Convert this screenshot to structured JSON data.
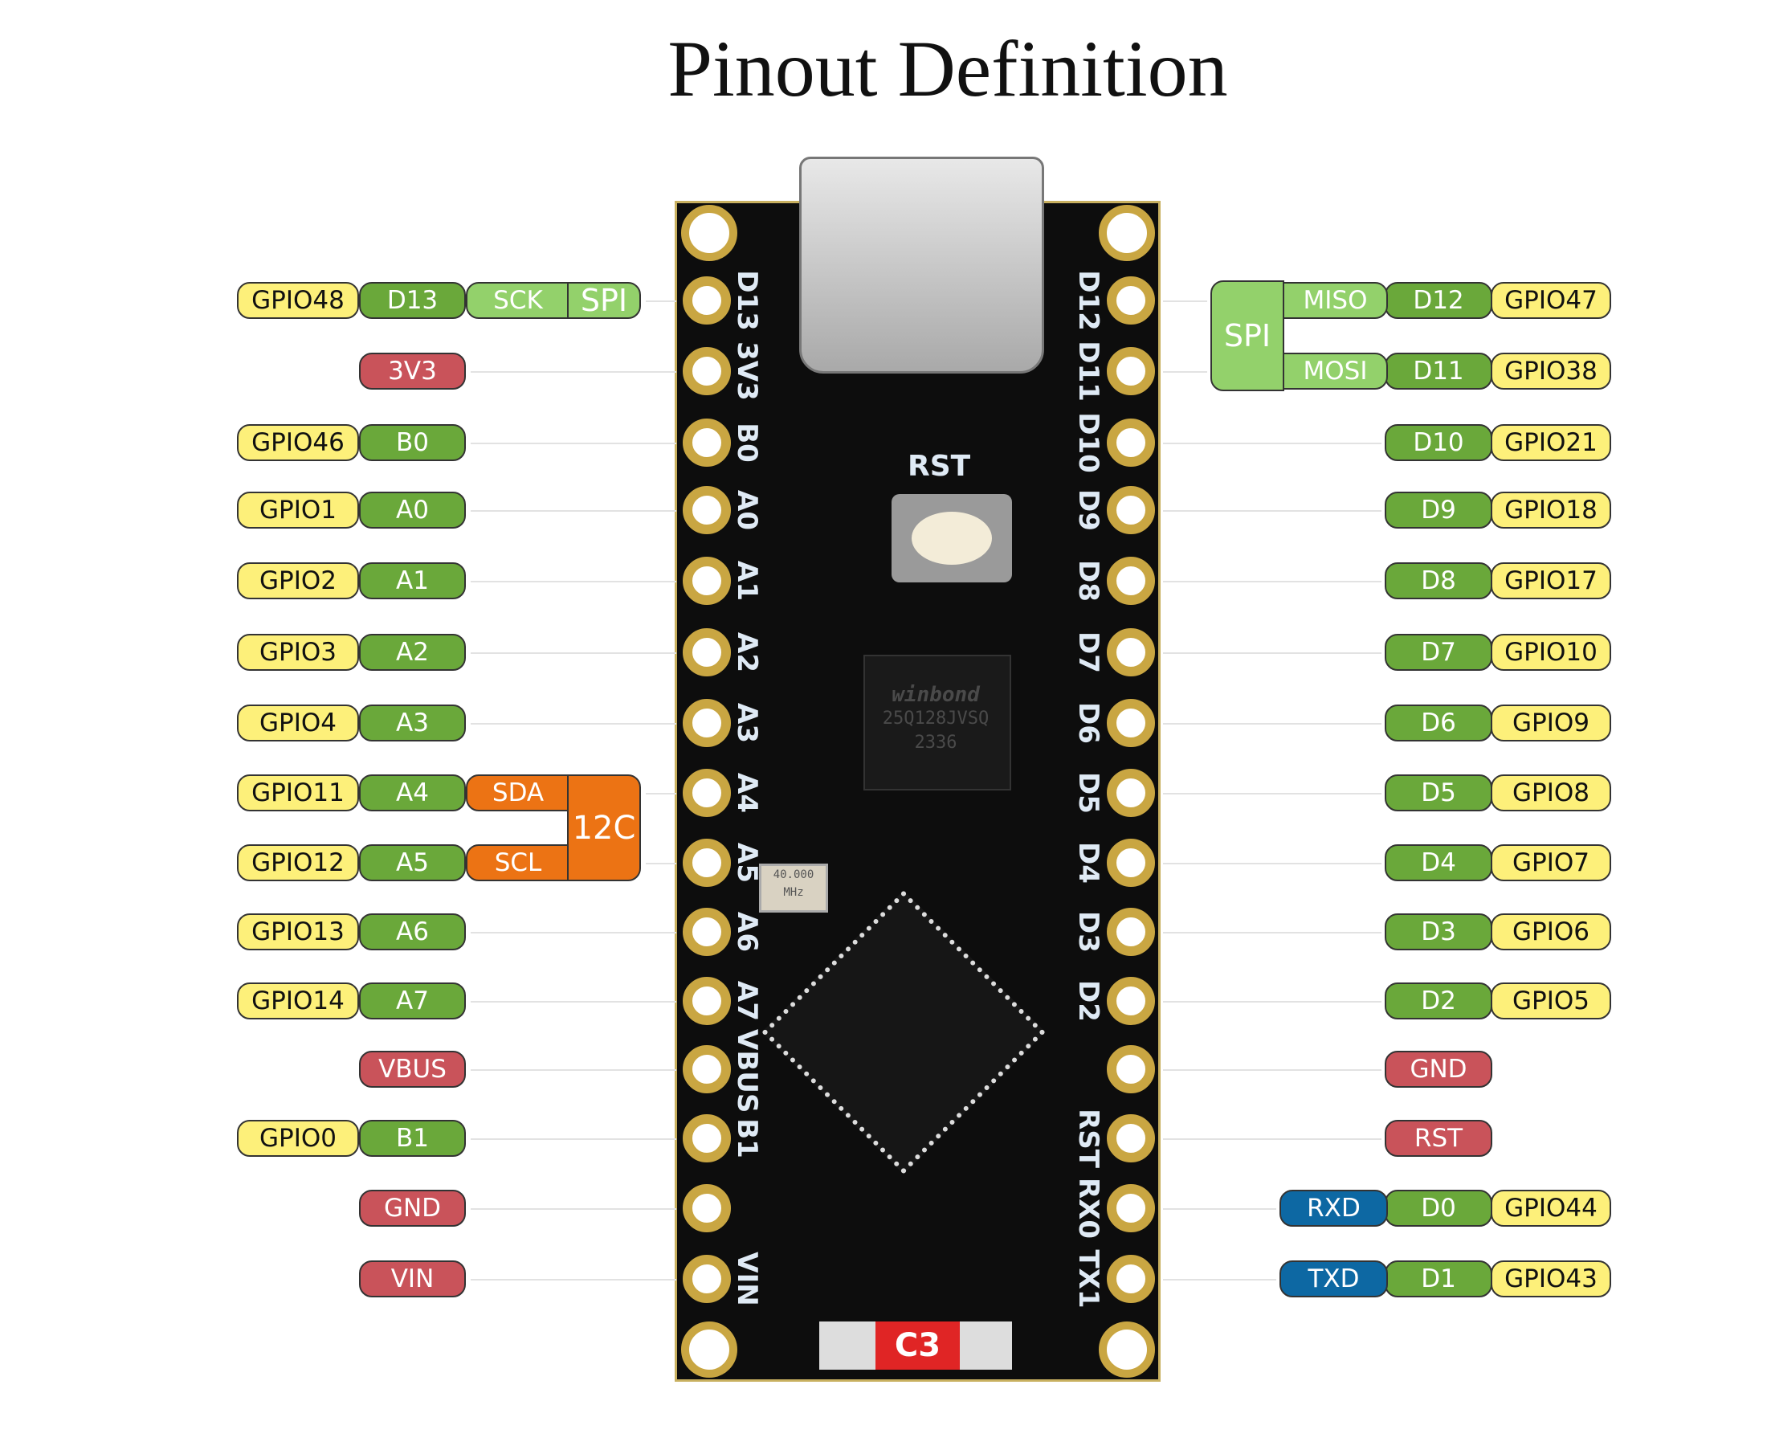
{
  "title": "Pinout Definition",
  "colors": {
    "gpio": "#fdf07a",
    "digital_analog": "#6aa83a",
    "spi": "#93d16b",
    "power": "#c9535a",
    "i2c": "#ec7314",
    "uart": "#0d68a3"
  },
  "left_pins": [
    {
      "gpio": "GPIO48",
      "pin": "D13",
      "pin_type": "green",
      "func": "SCK",
      "func_type": "lgreen",
      "silk": "D13"
    },
    {
      "pin": "3V3",
      "pin_type": "red",
      "silk": "3V3"
    },
    {
      "gpio": "GPIO46",
      "pin": "B0",
      "pin_type": "green",
      "silk": "B0"
    },
    {
      "gpio": "GPIO1",
      "pin": "A0",
      "pin_type": "green",
      "silk": "A0"
    },
    {
      "gpio": "GPIO2",
      "pin": "A1",
      "pin_type": "green",
      "silk": "A1"
    },
    {
      "gpio": "GPIO3",
      "pin": "A2",
      "pin_type": "green",
      "silk": "A2"
    },
    {
      "gpio": "GPIO4",
      "pin": "A3",
      "pin_type": "green",
      "silk": "A3"
    },
    {
      "gpio": "GPIO11",
      "pin": "A4",
      "pin_type": "green",
      "func": "SDA",
      "func_type": "orange",
      "silk": "A4"
    },
    {
      "gpio": "GPIO12",
      "pin": "A5",
      "pin_type": "green",
      "func": "SCL",
      "func_type": "orange",
      "silk": "A5"
    },
    {
      "gpio": "GPIO13",
      "pin": "A6",
      "pin_type": "green",
      "silk": "A6"
    },
    {
      "gpio": "GPIO14",
      "pin": "A7",
      "pin_type": "green",
      "silk": "A7"
    },
    {
      "pin": "VBUS",
      "pin_type": "red",
      "silk": "VBUS"
    },
    {
      "gpio": "GPIO0",
      "pin": "B1",
      "pin_type": "green",
      "silk": "B1"
    },
    {
      "pin": "GND",
      "pin_type": "red"
    },
    {
      "pin": "VIN",
      "pin_type": "red",
      "silk": "VIN"
    }
  ],
  "right_pins": [
    {
      "gpio": "GPIO47",
      "pin": "D12",
      "pin_type": "green",
      "func": "MISO",
      "func_type": "lgreen",
      "silk": "D12"
    },
    {
      "gpio": "GPIO38",
      "pin": "D11",
      "pin_type": "green",
      "func": "MOSI",
      "func_type": "lgreen",
      "silk": "D11"
    },
    {
      "gpio": "GPIO21",
      "pin": "D10",
      "pin_type": "green",
      "silk": "D10"
    },
    {
      "gpio": "GPIO18",
      "pin": "D9",
      "pin_type": "green",
      "silk": "D9"
    },
    {
      "gpio": "GPIO17",
      "pin": "D8",
      "pin_type": "green",
      "silk": "D8"
    },
    {
      "gpio": "GPIO10",
      "pin": "D7",
      "pin_type": "green",
      "silk": "D7"
    },
    {
      "gpio": "GPIO9",
      "pin": "D6",
      "pin_type": "green",
      "silk": "D6"
    },
    {
      "gpio": "GPIO8",
      "pin": "D5",
      "pin_type": "green",
      "silk": "D5"
    },
    {
      "gpio": "GPIO7",
      "pin": "D4",
      "pin_type": "green",
      "silk": "D4"
    },
    {
      "gpio": "GPIO6",
      "pin": "D3",
      "pin_type": "green",
      "silk": "D3"
    },
    {
      "gpio": "GPIO5",
      "pin": "D2",
      "pin_type": "green",
      "silk": "D2"
    },
    {
      "pin": "GND",
      "pin_type": "red"
    },
    {
      "pin": "RST",
      "pin_type": "red",
      "silk": "RST"
    },
    {
      "gpio": "GPIO44",
      "pin": "D0",
      "pin_type": "green",
      "func": "RXD",
      "func_type": "blue",
      "silk": "RX0"
    },
    {
      "gpio": "GPIO43",
      "pin": "D1",
      "pin_type": "green",
      "func": "TXD",
      "func_type": "blue",
      "silk": "TX1"
    }
  ],
  "groups": {
    "left_spi": "SPI",
    "i2c": "12C",
    "right_spi": "SPI"
  },
  "board": {
    "reset_label": "RST",
    "flash_chip": [
      "winbond",
      "25Q128JVSQ",
      "2336"
    ],
    "crystal": [
      "40.000",
      "MHz"
    ],
    "badge": "C3"
  }
}
